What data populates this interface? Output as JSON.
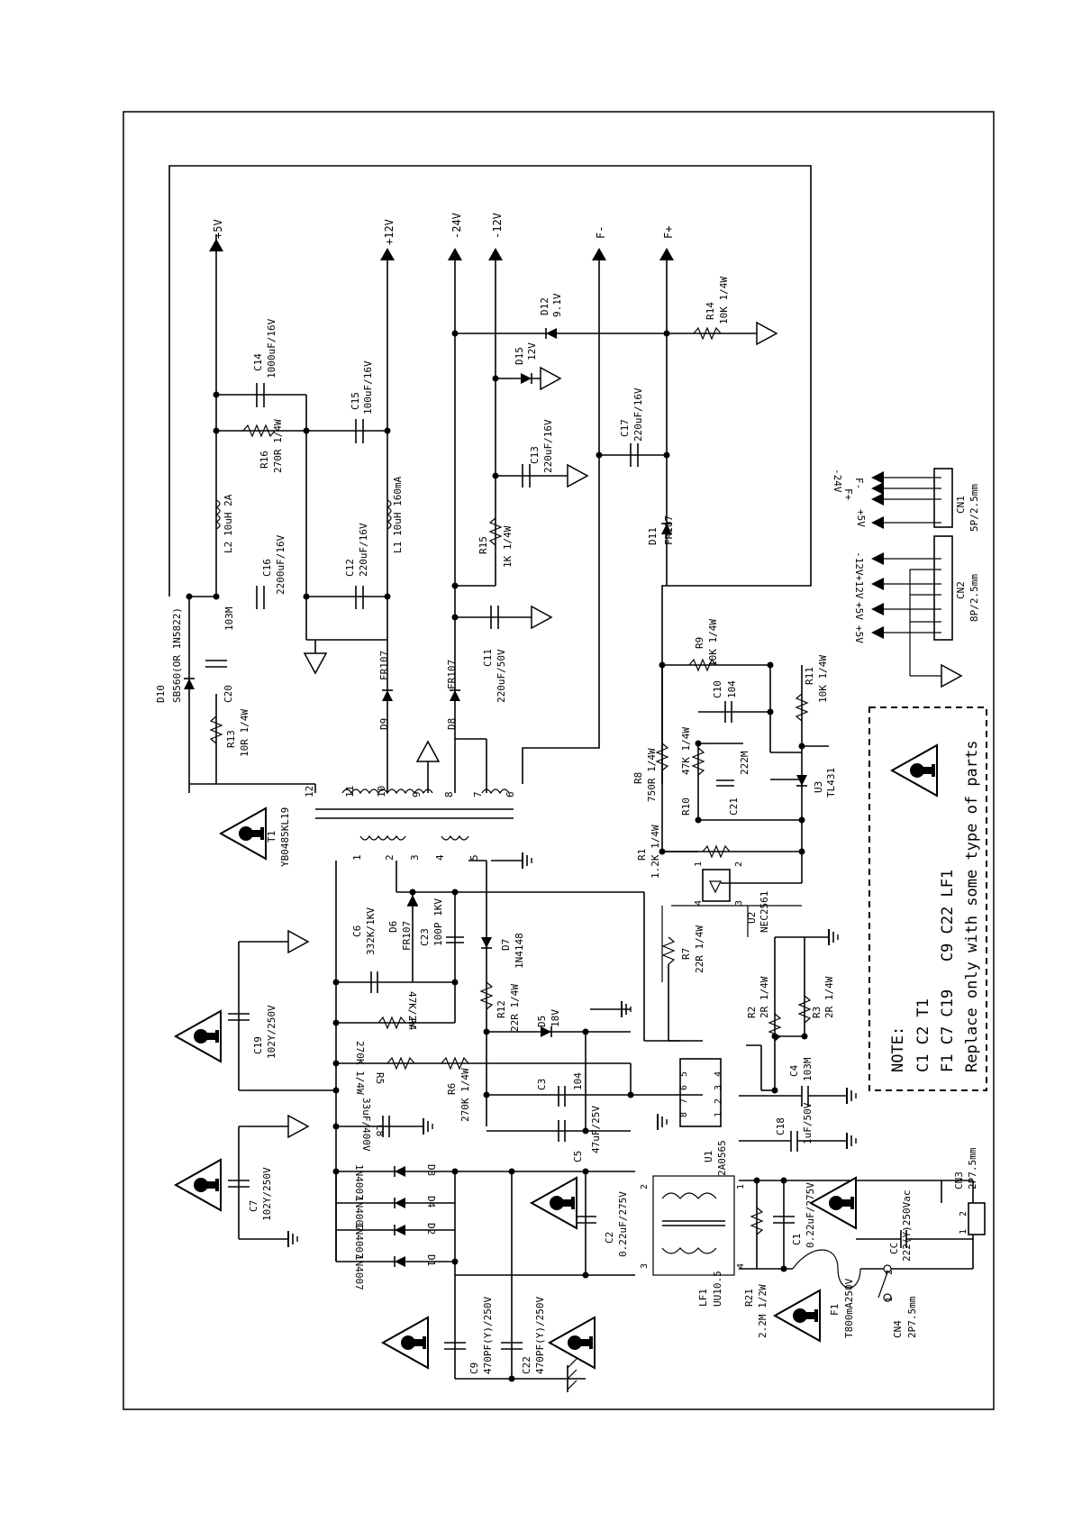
{
  "rails": {
    "p5v": "+5V",
    "p12v": "+12V",
    "m24v": "-24V",
    "m12v": "-12V",
    "fm": "F-",
    "fp": "F+"
  },
  "parts": {
    "D10": {
      "ref": "D10",
      "value": "SB560(OR 1N5822)"
    },
    "R13": {
      "ref": "R13",
      "value": "10R 1/4W"
    },
    "C20": {
      "ref": "C20",
      "value": "103M"
    },
    "C16": {
      "ref": "C16",
      "value": "2200uF/16V"
    },
    "L2": {
      "ref": "L2",
      "value": "10uH 2A"
    },
    "R16": {
      "ref": "R16",
      "value": "270R 1/4W"
    },
    "C14": {
      "ref": "C14",
      "value": "1000uF/16V"
    },
    "C15": {
      "ref": "C15",
      "value": "100uF/16V"
    },
    "C12": {
      "ref": "C12",
      "value": "220uF/16V"
    },
    "L1": {
      "ref": "L1",
      "value": "10uH 160mA"
    },
    "D9": {
      "ref": "D9",
      "value": "FR107"
    },
    "D8": {
      "ref": "D8",
      "value": "FR107"
    },
    "C11": {
      "ref": "C11",
      "value": "220uF/50V"
    },
    "R15": {
      "ref": "R15",
      "value": "1K 1/4W"
    },
    "C13": {
      "ref": "C13",
      "value": "220uF/16V"
    },
    "D15": {
      "ref": "D15",
      "value": "12V"
    },
    "D12": {
      "ref": "D12",
      "value": "9.1V"
    },
    "C17": {
      "ref": "C17",
      "value": "220uF/16V"
    },
    "D11": {
      "ref": "D11",
      "value": "FR107"
    },
    "R14": {
      "ref": "R14",
      "value": "10K 1/4W"
    },
    "T1": {
      "ref": "T1",
      "value": "YB0485KL19"
    },
    "R9": {
      "ref": "R9",
      "value": "10K 1/4W"
    },
    "C10": {
      "ref": "C10",
      "value": "104"
    },
    "R11": {
      "ref": "R11",
      "value": "10K 1/4W"
    },
    "R8": {
      "ref": "R8",
      "value": "750R 1/4W"
    },
    "R10": {
      "ref": "R10",
      "value": "47K 1/4W"
    },
    "C21": {
      "ref": "C21",
      "value": "222M"
    },
    "U3": {
      "ref": "U3",
      "value": "TL431"
    },
    "R1": {
      "ref": "R1",
      "value": "1.2K 1/4W"
    },
    "U2": {
      "ref": "U2",
      "value": "NEC2561"
    },
    "R7": {
      "ref": "R7",
      "value": "22R 1/4W"
    },
    "R2": {
      "ref": "R2",
      "value": "2R 1/4W"
    },
    "R3": {
      "ref": "R3",
      "value": "2R 1/4W"
    },
    "C6": {
      "ref": "C6",
      "value": "332K/1KV"
    },
    "D6": {
      "ref": "D6",
      "value": "FR107"
    },
    "C23": {
      "ref": "C23",
      "value": "100P 1KV"
    },
    "D7": {
      "ref": "D7",
      "value": "1N4148"
    },
    "R4": {
      "ref": "R4",
      "value": "47K/2W"
    },
    "R12": {
      "ref": "R12",
      "value": "22R 1/4W"
    },
    "D5": {
      "ref": "D5",
      "value": "18V"
    },
    "C19": {
      "ref": "C19",
      "value": "102Y/250V"
    },
    "R5": {
      "ref": "R5",
      "value": "270K 1/4W"
    },
    "R6": {
      "ref": "R6",
      "value": "270K 1/4W"
    },
    "C3": {
      "ref": "C3",
      "value": "104"
    },
    "C5": {
      "ref": "C5",
      "value": "47uF/25V"
    },
    "C8": {
      "ref": "C8",
      "value": "33uF/400V"
    },
    "U1": {
      "ref": "U1",
      "value": "2A0565"
    },
    "C4": {
      "ref": "C4",
      "value": "103M"
    },
    "C18": {
      "ref": "C18",
      "value": "1uF/50V"
    },
    "C7": {
      "ref": "C7",
      "value": "102Y/250V"
    },
    "D1": {
      "ref": "D1",
      "value": "1N4007"
    },
    "D2": {
      "ref": "D2",
      "value": "1N4007"
    },
    "D3": {
      "ref": "D3",
      "value": "1N4007"
    },
    "D4": {
      "ref": "D4",
      "value": "1N4007"
    },
    "C2": {
      "ref": "C2",
      "value": "0.22uF/275V"
    },
    "C1": {
      "ref": "C1",
      "value": "0.22uF/275V"
    },
    "LF1": {
      "ref": "LF1",
      "value": "UU10.5"
    },
    "R21": {
      "ref": "R21",
      "value": "2.2M 1/2W"
    },
    "F1": {
      "ref": "F1",
      "value": "T800mA250V"
    },
    "CC": {
      "ref": "CC",
      "value": "222(Y)250Vac"
    },
    "CN3": {
      "ref": "CN3",
      "value": "2P7.5mm"
    },
    "CN4": {
      "ref": "CN4",
      "value": "2P7.5mm"
    },
    "C9": {
      "ref": "C9",
      "value": "470PF(Y)/250V"
    },
    "C22": {
      "ref": "C22",
      "value": "470PF(Y)/250V"
    },
    "CN1": {
      "ref": "CN1",
      "value": "5P/2.5mm"
    },
    "CN2": {
      "ref": "CN2",
      "value": "8P/2.5mm"
    }
  },
  "t1_pins": [
    "12",
    "11",
    "10",
    "9",
    "8",
    "7",
    "6",
    "1",
    "2",
    "3",
    "4",
    "5"
  ],
  "u1_pins": [
    "5",
    "6",
    "7",
    "8",
    "1",
    "2",
    "3",
    "4"
  ],
  "u2_pins": [
    "1",
    "2",
    "3",
    "4"
  ],
  "lf1_pins": [
    "1",
    "2",
    "3",
    "4"
  ],
  "cn1_labels": [
    "F-",
    "F+",
    "-24V",
    "+5V"
  ],
  "cn2_labels": [
    "-12V",
    "+12V",
    "+5V",
    "+5V"
  ],
  "switch_pins": [
    "1",
    "2"
  ],
  "cn3_pins": [
    "2",
    "1"
  ],
  "note": {
    "title": "NOTE:",
    "line1": "C1 C2 T1",
    "line2": "F1 C7 C19   C9 C22 LF1",
    "line3": "Replace only with some type of parts"
  }
}
